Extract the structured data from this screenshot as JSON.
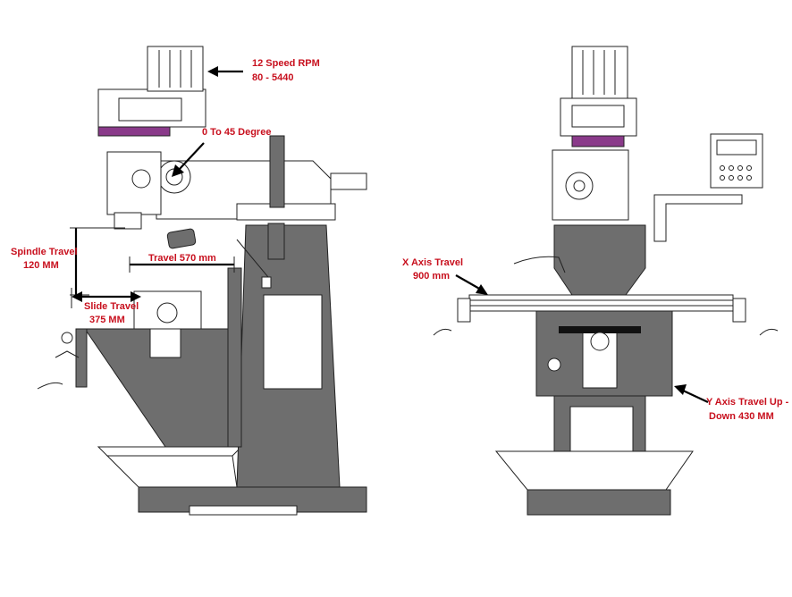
{
  "labels": {
    "speed": [
      "12 Speed RPM",
      "80 - 5440"
    ],
    "tilt": [
      "0 To 45 Degree"
    ],
    "spindle": [
      "Spindle Travel",
      "120 MM"
    ],
    "table": [
      "Travel 570 mm"
    ],
    "slide": [
      "Slide Travel",
      "375 MM"
    ],
    "x_axis": [
      "X Axis Travel",
      "900 mm"
    ],
    "y_axis": [
      "Y Axis Travel Up -",
      "Down 430 MM"
    ]
  },
  "colors": {
    "label": "#c8101e",
    "machine_body": "#6e6e6e",
    "head_accent": "#8a3a8a"
  }
}
